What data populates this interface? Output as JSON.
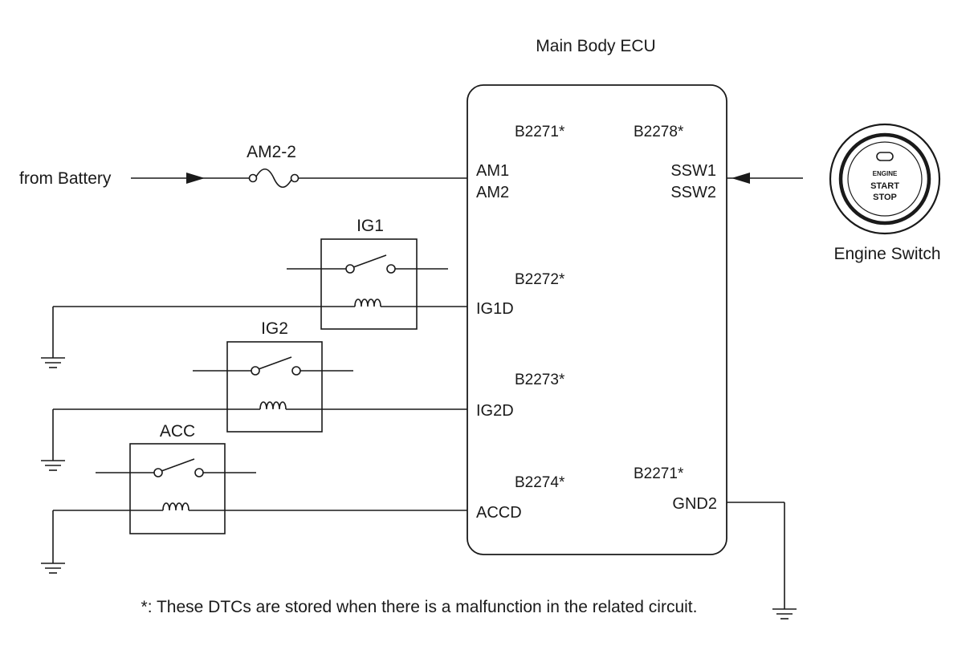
{
  "ecu": {
    "title": "Main Body ECU",
    "pins": {
      "am1": "AM1",
      "am2": "AM2",
      "ssw1": "SSW1",
      "ssw2": "SSW2",
      "ig1d": "IG1D",
      "ig2d": "IG2D",
      "accd": "ACCD",
      "gnd2": "GND2"
    },
    "dtcs": {
      "top_left": "B2271*",
      "top_right": "B2278*",
      "ig1": "B2272*",
      "ig2": "B2273*",
      "acc": "B2274*",
      "gnd": "B2271*"
    }
  },
  "battery": {
    "label": "from Battery"
  },
  "fuse": {
    "label": "AM2-2"
  },
  "relays": {
    "ig1": "IG1",
    "ig2": "IG2",
    "acc": "ACC"
  },
  "engine_switch": {
    "label": "Engine Switch",
    "button_line1": "ENGINE",
    "button_line2": "START",
    "button_line3": "STOP"
  },
  "footnote": "*: These DTCs are stored when there is a malfunction in the related circuit."
}
